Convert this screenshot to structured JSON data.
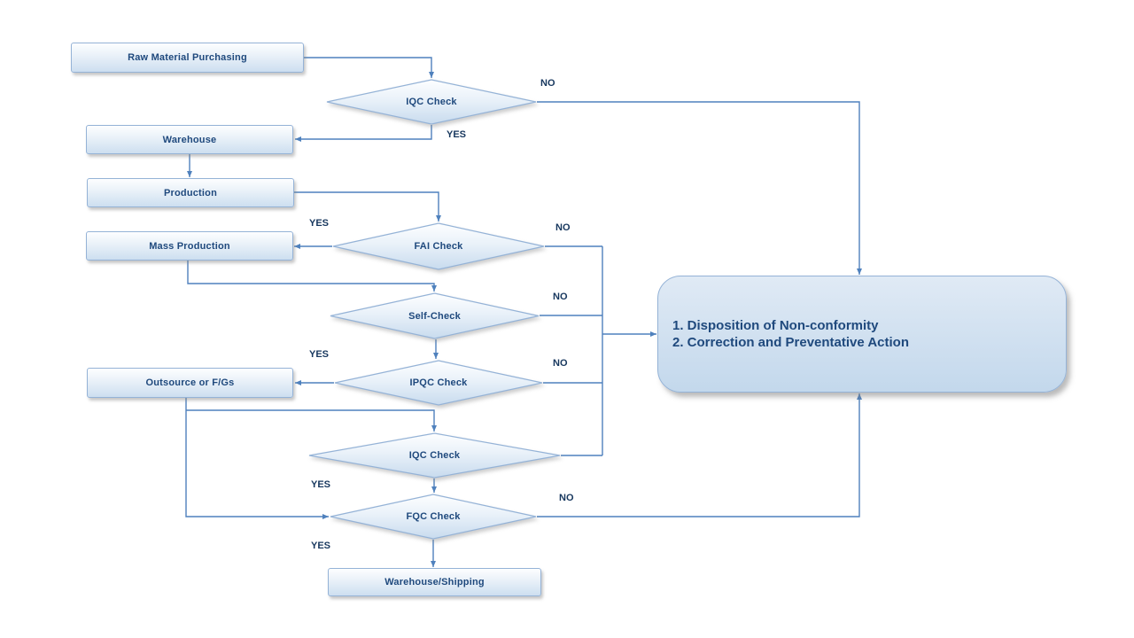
{
  "nodes": {
    "raw_material": {
      "label": "Raw Material Purchasing"
    },
    "iqc1": {
      "label": "IQC Check"
    },
    "warehouse": {
      "label": "Warehouse"
    },
    "production": {
      "label": "Production"
    },
    "fai": {
      "label": "FAI Check"
    },
    "mass_production": {
      "label": "Mass Production"
    },
    "self_check": {
      "label": "Self-Check"
    },
    "ipqc": {
      "label": "IPQC Check"
    },
    "outsource": {
      "label": "Outsource or F/Gs"
    },
    "iqc2": {
      "label": "IQC Check"
    },
    "fqc": {
      "label": "FQC Check"
    },
    "warehouse_shipping": {
      "label": "Warehouse/Shipping"
    },
    "disposition": {
      "line1": "1. Disposition of Non-conformity",
      "line2": "2. Correction and Preventative Action"
    }
  },
  "edge_labels": {
    "iqc1_no": "NO",
    "iqc1_yes": "YES",
    "fai_yes": "YES",
    "fai_no": "NO",
    "self_check_no": "NO",
    "ipqc_yes": "YES",
    "ipqc_no": "NO",
    "iqc2_yes": "YES",
    "fqc_no": "NO",
    "fqc_yes": "YES"
  },
  "colors": {
    "connector": "#4f81bd",
    "shape_border": "#95b3d7",
    "node_text": "#1f497d",
    "edge_label_text": "#17375e"
  }
}
